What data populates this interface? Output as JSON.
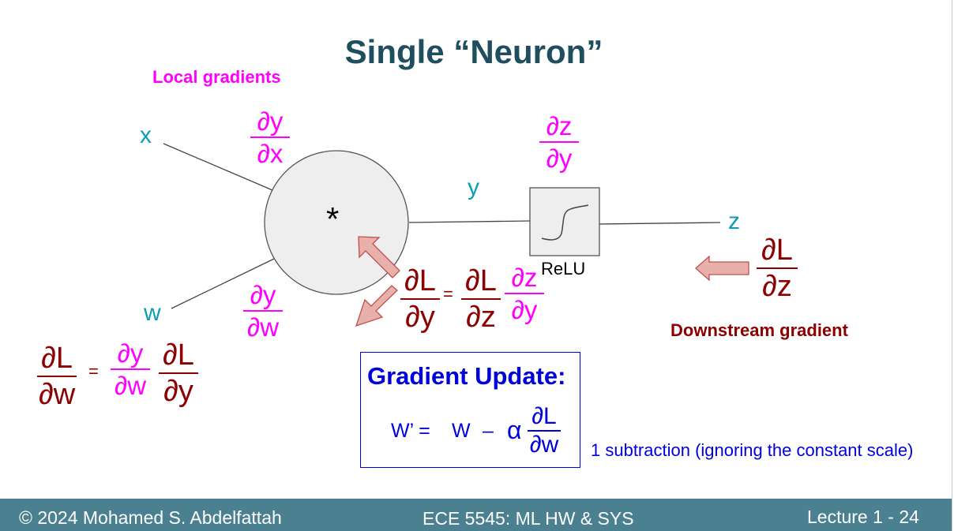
{
  "slide": {
    "title": "Single “Neuron”",
    "local_gradients_label": "Local gradients",
    "downstream_gradient_label": "Downstream gradient",
    "node_operator": "*",
    "relu_label": "ReLU",
    "variables": {
      "x": "x",
      "w": "w",
      "y": "y",
      "z": "z"
    },
    "local_dy_dx": {
      "num": "∂y",
      "den": "∂x"
    },
    "local_dy_dw": {
      "num": "∂y",
      "den": "∂w"
    },
    "local_dz_dy": {
      "num": "∂z",
      "den": "∂y"
    },
    "downstream_dL_dz": {
      "num": "∂L",
      "den": "∂z"
    },
    "chain_dL_dy": {
      "lhs": {
        "num": "∂L",
        "den": "∂y"
      },
      "eq": "=",
      "rhs1": {
        "num": "∂L",
        "den": "∂z"
      },
      "rhs2": {
        "num": "∂z",
        "den": "∂y"
      }
    },
    "chain_dL_dw": {
      "lhs": {
        "num": "∂L",
        "den": "∂w"
      },
      "eq": "=",
      "rhs1": {
        "num": "∂y",
        "den": "∂w"
      },
      "rhs2": {
        "num": "∂L",
        "den": "∂y"
      }
    },
    "update_box": {
      "title": "Gradient Update:",
      "w_prime": "W’ =",
      "w": "W",
      "minus": "–",
      "alpha": "α",
      "frac": {
        "num": "∂L",
        "den": "∂w"
      }
    },
    "note": "1 subtraction (ignoring the constant scale)",
    "colors": {
      "title": "#1f4e5e",
      "local": "#ff00ff",
      "variable": "#0b9db8",
      "upstream": "#8b0000",
      "update": "#0000dd",
      "footer": "#4a8090",
      "arrow_fill": "#e8b0aa",
      "arrow_stroke": "#c0504d"
    }
  },
  "footer": {
    "left": "© 2024 Mohamed S. Abdelfattah",
    "center": "ECE 5545: ML HW & SYS",
    "right": "Lecture 1 - 24"
  }
}
